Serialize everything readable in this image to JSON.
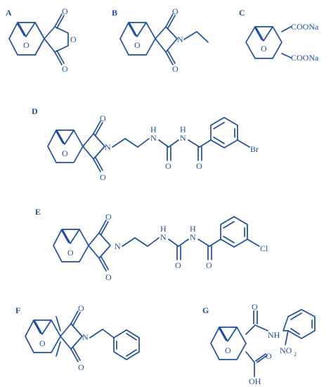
{
  "colors": {
    "structure": "#1f4e9c",
    "background": "#ffffff"
  },
  "compounds": [
    {
      "label": "A",
      "atoms": {
        "o_bridge": "O",
        "o_ring": "O",
        "o_top": "O",
        "o_bottom": "O"
      }
    },
    {
      "label": "B",
      "atoms": {
        "o_bridge": "O",
        "n": "N",
        "o_top": "O",
        "o_bottom": "O"
      }
    },
    {
      "label": "C",
      "atoms": {
        "o_bridge": "O",
        "salt_top": "COONa",
        "salt_bottom": "COONa"
      }
    },
    {
      "label": "D",
      "atoms": {
        "o_bridge": "O",
        "n": "N",
        "o_top": "O",
        "o_bottom": "O",
        "nh1": "H",
        "nh1_n": "N",
        "nh2": "H",
        "nh2_n": "N",
        "o_urea": "O",
        "o_amide": "O",
        "halogen": "Br"
      }
    },
    {
      "label": "E",
      "atoms": {
        "o_bridge": "O",
        "n": "N",
        "o_top": "O",
        "o_bottom": "O",
        "nh1": "H",
        "nh1_n": "N",
        "nh2": "H",
        "nh2_n": "N",
        "o_urea": "O",
        "o_amide": "O",
        "halogen": "Cl"
      }
    },
    {
      "label": "F",
      "atoms": {
        "o_bridge": "O",
        "n": "N",
        "o_top": "O",
        "o_bottom": "O"
      }
    },
    {
      "label": "G",
      "atoms": {
        "o_bridge": "O",
        "o_amide": "O",
        "nh": "NH",
        "no2": "NO",
        "no2_sub": "2",
        "o_acid": "O",
        "oh": "OH"
      }
    }
  ]
}
